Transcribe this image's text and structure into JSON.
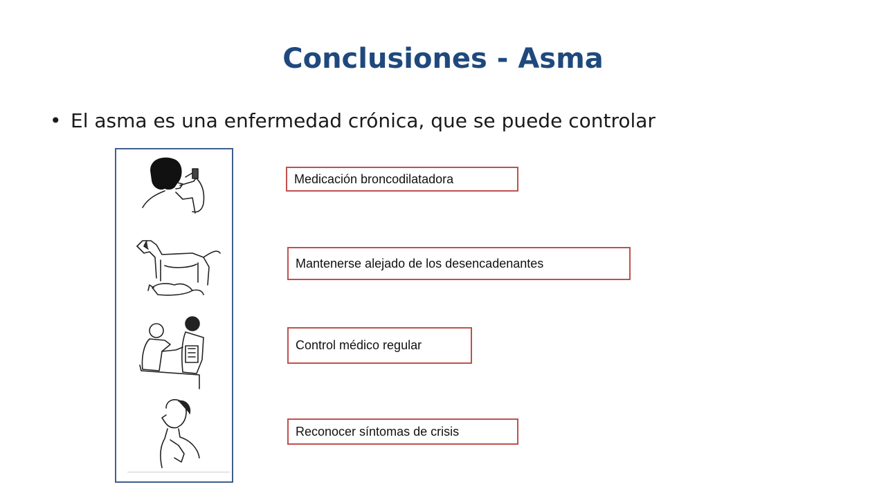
{
  "slide": {
    "title": "Conclusiones - Asma",
    "bullet": "El asma es una enfermedad crónica, que se puede controlar"
  },
  "illustrations": [
    {
      "icon": "person-using-inhaler-icon"
    },
    {
      "icon": "dog-and-cat-icon"
    },
    {
      "icon": "patient-and-doctor-icon"
    },
    {
      "icon": "person-with-breathing-difficulty-icon"
    }
  ],
  "labels": [
    {
      "text": "Medicación broncodilatadora"
    },
    {
      "text": "Mantenerse alejado de los desencadenantes"
    },
    {
      "text": "Control médico regular"
    },
    {
      "text": "Reconocer síntomas de crisis"
    }
  ],
  "colors": {
    "title": "#1F497D",
    "image_frame_border": "#3E5E8C",
    "label_border": "#C0504D"
  }
}
